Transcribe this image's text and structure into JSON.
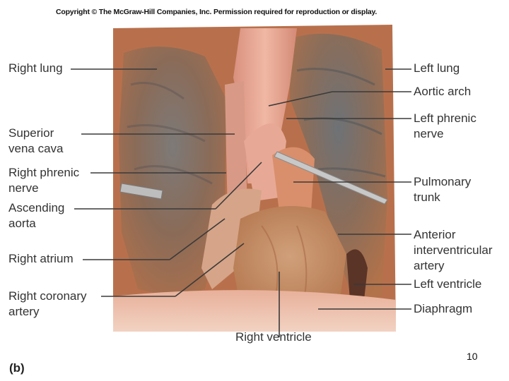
{
  "copyright": "Copyright © The McGraw-Hill Companies, Inc. Permission required for reproduction or display.",
  "panel_label": "(b)",
  "slide_number": "10",
  "labels": {
    "right_lung": "Right lung",
    "superior_vena_cava_1": "Superior",
    "superior_vena_cava_2": "vena cava",
    "right_phrenic_nerve_1": "Right phrenic",
    "right_phrenic_nerve_2": "nerve",
    "ascending_aorta_1": "Ascending",
    "ascending_aorta_2": "aorta",
    "right_atrium": "Right atrium",
    "right_coronary_artery_1": "Right coronary",
    "right_coronary_artery_2": "artery",
    "right_ventricle": "Right ventricle",
    "left_lung": "Left lung",
    "aortic_arch": "Aortic arch",
    "left_phrenic_nerve_1": "Left phrenic",
    "left_phrenic_nerve_2": "nerve",
    "pulmonary_trunk_1": "Pulmonary",
    "pulmonary_trunk_2": "trunk",
    "anterior_interventricular_artery_1": "Anterior",
    "anterior_interventricular_artery_2": "interventricular",
    "anterior_interventricular_artery_3": "artery",
    "left_ventricle": "Left ventricle",
    "diaphragm": "Diaphragm"
  }
}
